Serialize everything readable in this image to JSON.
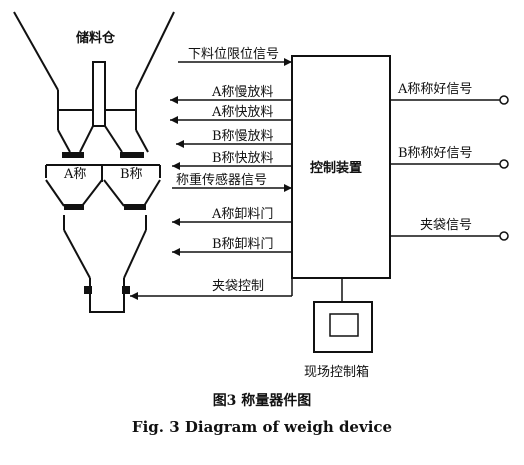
{
  "diagram": {
    "silo_label": "储料仓",
    "controller_label": "控制装置",
    "scale_a_label": "A称",
    "scale_b_label": "B称",
    "field_box_label": "现场控制箱",
    "inputs": [
      "下料位限位信号",
      "A称慢放料",
      "A称快放料",
      "B称慢放料",
      "B称快放料",
      "称重传感器信号",
      "A称卸料门",
      "B称卸料门",
      "夹袋控制"
    ],
    "outputs": [
      "A称称好信号",
      "B称称好信号",
      "夹袋信号"
    ]
  },
  "caption": {
    "zh": "图3   称量器件图",
    "en": "Fig. 3   Diagram of weigh device"
  }
}
